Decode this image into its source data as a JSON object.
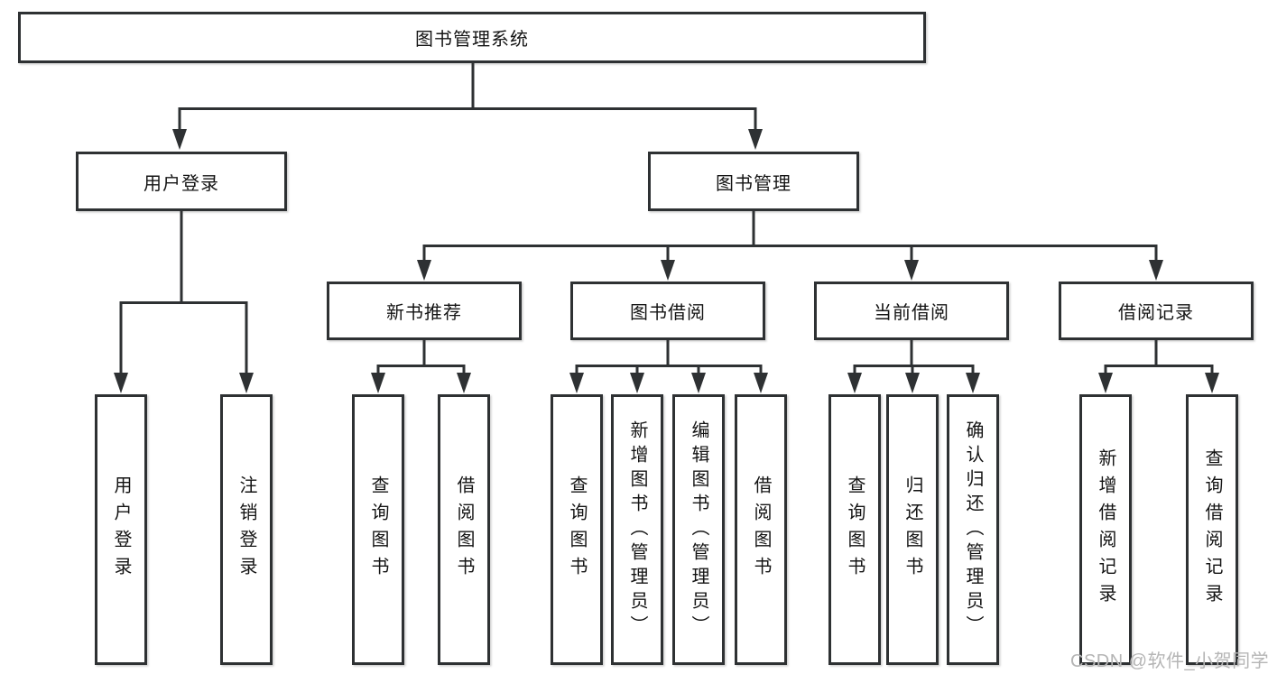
{
  "tree": {
    "label": "图书管理系统",
    "children": [
      {
        "label": "用户登录",
        "children": [
          {
            "label": "用户登录"
          },
          {
            "label": "注销登录"
          }
        ]
      },
      {
        "label": "图书管理",
        "children": [
          {
            "label": "新书推荐",
            "children": [
              {
                "label": "查询图书"
              },
              {
                "label": "借阅图书"
              }
            ]
          },
          {
            "label": "图书借阅",
            "children": [
              {
                "label": "查询图书"
              },
              {
                "label": "新增图书（管理员）"
              },
              {
                "label": "编辑图书（管理员）"
              },
              {
                "label": "借阅图书"
              }
            ]
          },
          {
            "label": "当前借阅",
            "children": [
              {
                "label": "查询图书"
              },
              {
                "label": "归还图书"
              },
              {
                "label": "确认归还（管理员）"
              }
            ]
          },
          {
            "label": "借阅记录",
            "children": [
              {
                "label": "新增借阅记录"
              },
              {
                "label": "查询借阅记录"
              }
            ]
          }
        ]
      }
    ]
  },
  "watermark": {
    "text": "CSDN @软件_小贺同学"
  },
  "colors": {
    "line": "#2e3133",
    "box_border": "#2e3133",
    "box_fill": "#ffffff",
    "text": "#141414",
    "watermark": "#b5b5b5",
    "background": "#ffffff"
  }
}
